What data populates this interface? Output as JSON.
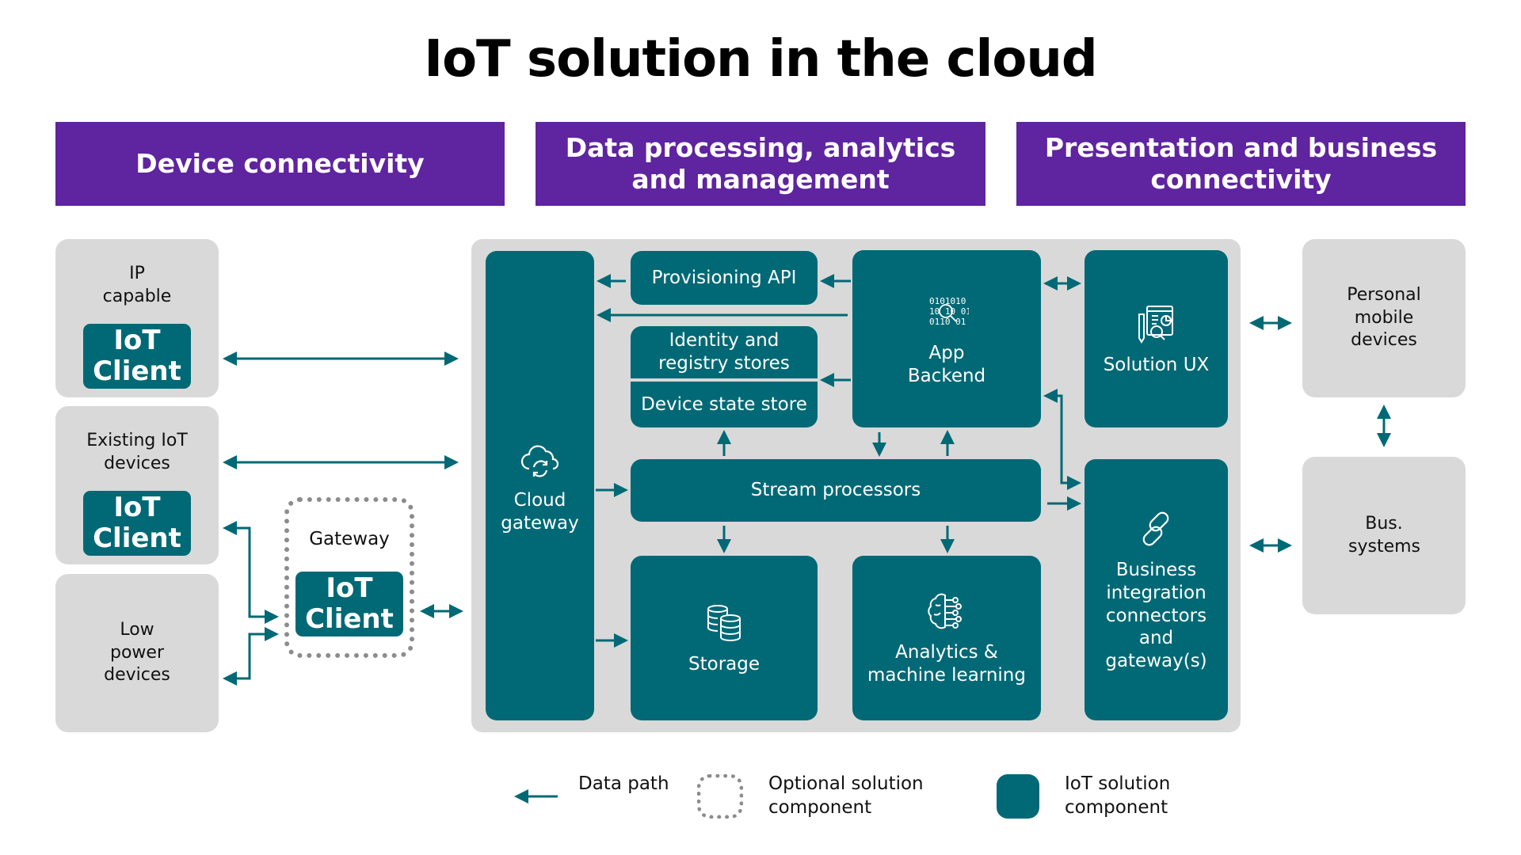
{
  "title": "IoT solution in the cloud",
  "headers": [
    {
      "label": "Device connectivity"
    },
    {
      "label": "Data processing, analytics and management"
    },
    {
      "label": "Presentation and business connectivity"
    }
  ],
  "devices": {
    "ip_capable": {
      "label": "IP capable",
      "client": {
        "line1": "IoT",
        "line2": "Client"
      }
    },
    "existing": {
      "label": "Existing IoT devices",
      "client": {
        "line1": "IoT",
        "line2": "Client"
      }
    },
    "low_power": {
      "label": "Low power devices"
    }
  },
  "gateway": {
    "label": "Gateway",
    "client": {
      "line1": "IoT",
      "line2": "Client"
    }
  },
  "cloud": {
    "cloud_gateway": {
      "label": "Cloud gateway",
      "icon": "cloud-sync-icon"
    },
    "provisioning_api": {
      "label": "Provisioning API"
    },
    "identity_registry": {
      "label": "Identity and registry stores"
    },
    "device_state": {
      "label": "Device state store"
    },
    "app_backend": {
      "label": "App Backend",
      "icon": "binary-search-icon"
    },
    "solution_ux": {
      "label": "Solution UX",
      "icon": "dashboard-report-icon"
    },
    "stream_processors": {
      "label": "Stream processors"
    },
    "storage": {
      "label": "Storage",
      "icon": "database-icon"
    },
    "analytics": {
      "label": "Analytics & machine learning",
      "icon": "brain-circuit-icon"
    },
    "business_integration": {
      "label": "Business integration connectors and gateway(s)",
      "icon": "link-icon"
    }
  },
  "external": {
    "personal_mobile": {
      "label": "Personal mobile devices"
    },
    "bus_systems": {
      "label": "Bus. systems"
    }
  },
  "legend": [
    {
      "label": "Data path",
      "icon": "arrow-left-icon"
    },
    {
      "label": "Optional solution component",
      "icon": "dotted-box-icon"
    },
    {
      "label": "IoT solution component",
      "icon": "teal-box-icon"
    }
  ],
  "colors": {
    "header": "#5f249f",
    "component": "#006975",
    "panel": "#d9d9d9",
    "optional_border": "#8c8c8c"
  }
}
